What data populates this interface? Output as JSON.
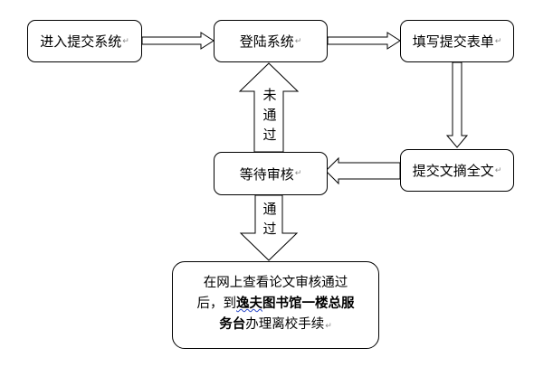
{
  "nodes": {
    "enter_system": "进入提交系统",
    "login": "登陆系统",
    "fill_form": "填写提交表单",
    "submit_abstract": "提交文摘全文",
    "wait_review": "等待审核",
    "final_line1": "在网上查看论文审核通过",
    "final_line2_prefix": "后，到",
    "final_line2_underlined": "逸夫",
    "final_line2_bold": "图书馆一楼总服",
    "final_line3_bold": "务台",
    "final_line3_rest": "办理离校手续"
  },
  "labels": {
    "not_passed": [
      "未",
      "通",
      "过"
    ],
    "passed": [
      "通",
      "过"
    ]
  },
  "paragraph_mark": "↵"
}
